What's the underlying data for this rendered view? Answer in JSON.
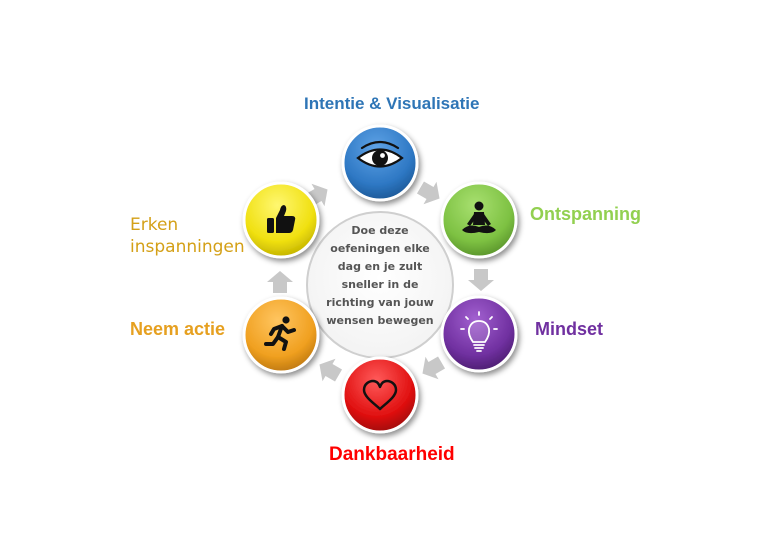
{
  "center_text": "Doe deze oefeningen elke dag en je zult sneller in de richting van jouw wensen bewegen",
  "steps": [
    {
      "label": "Intentie & Visualisatie",
      "icon": "eye-icon",
      "color": "#2e78c4",
      "label_color": "#2e75b6"
    },
    {
      "label": "Ontspanning",
      "icon": "meditation-icon",
      "color": "#7dc142",
      "label_color": "#92d050"
    },
    {
      "label": "Mindset",
      "icon": "lightbulb-icon",
      "color": "#7030a0",
      "label_color": "#7030a0"
    },
    {
      "label": "Dankbaarheid",
      "icon": "heart-icon",
      "color": "#e01010",
      "label_color": "#ff0000"
    },
    {
      "label": "Neem actie",
      "icon": "running-person-icon",
      "color": "#f0a020",
      "label_color": "#e6a020"
    },
    {
      "label": "Erken inspanningen",
      "icon": "thumbs-up-icon",
      "color": "#f0e010",
      "label_color": "#d4a017"
    }
  ]
}
